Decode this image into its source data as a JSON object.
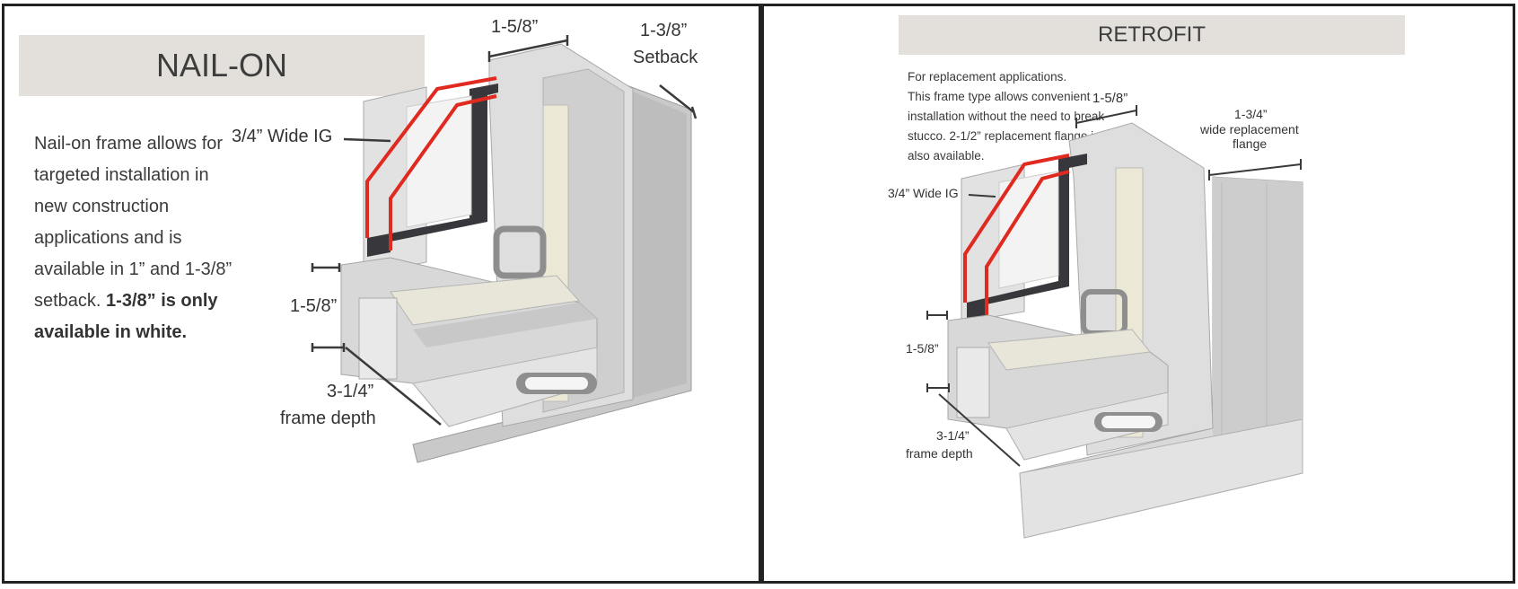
{
  "nail_on": {
    "title": "NAIL-ON",
    "description_plain": "Nail-on frame allows for targeted installation in new construction applications and is available in 1” and 1-3/8” setback. ",
    "description_bold": "1-3/8” is only available in white.",
    "labels": {
      "top_width": "1-5/8”",
      "setback_value": "1-3/8”",
      "setback_word": "Setback",
      "glass": "3/4” Wide IG",
      "sill_height": "1-5/8”",
      "depth_value": "3-1/4”",
      "depth_word": "frame depth"
    }
  },
  "retrofit": {
    "title": "RETROFIT",
    "description_lines": [
      "For replacement applications.",
      "This frame type allows convenient",
      "installation without the need to break",
      "stucco. 2-1/2” replacement flange is",
      "also available."
    ],
    "labels": {
      "top_width": "1-5/8”",
      "flange_value": "1-3/4”",
      "flange_line1": "wide replacement",
      "flange_line2": "flange",
      "glass": "3/4” Wide IG",
      "sill_height": "1-5/8”",
      "depth_value": "3-1/4”",
      "depth_word": "frame depth"
    }
  },
  "colors": {
    "glass_outline": "#e02a20",
    "frame_gray": "#d6d6d6",
    "frame_dark": "#3a3a3e",
    "title_bg": "#e3e0dc",
    "border": "#222222"
  }
}
